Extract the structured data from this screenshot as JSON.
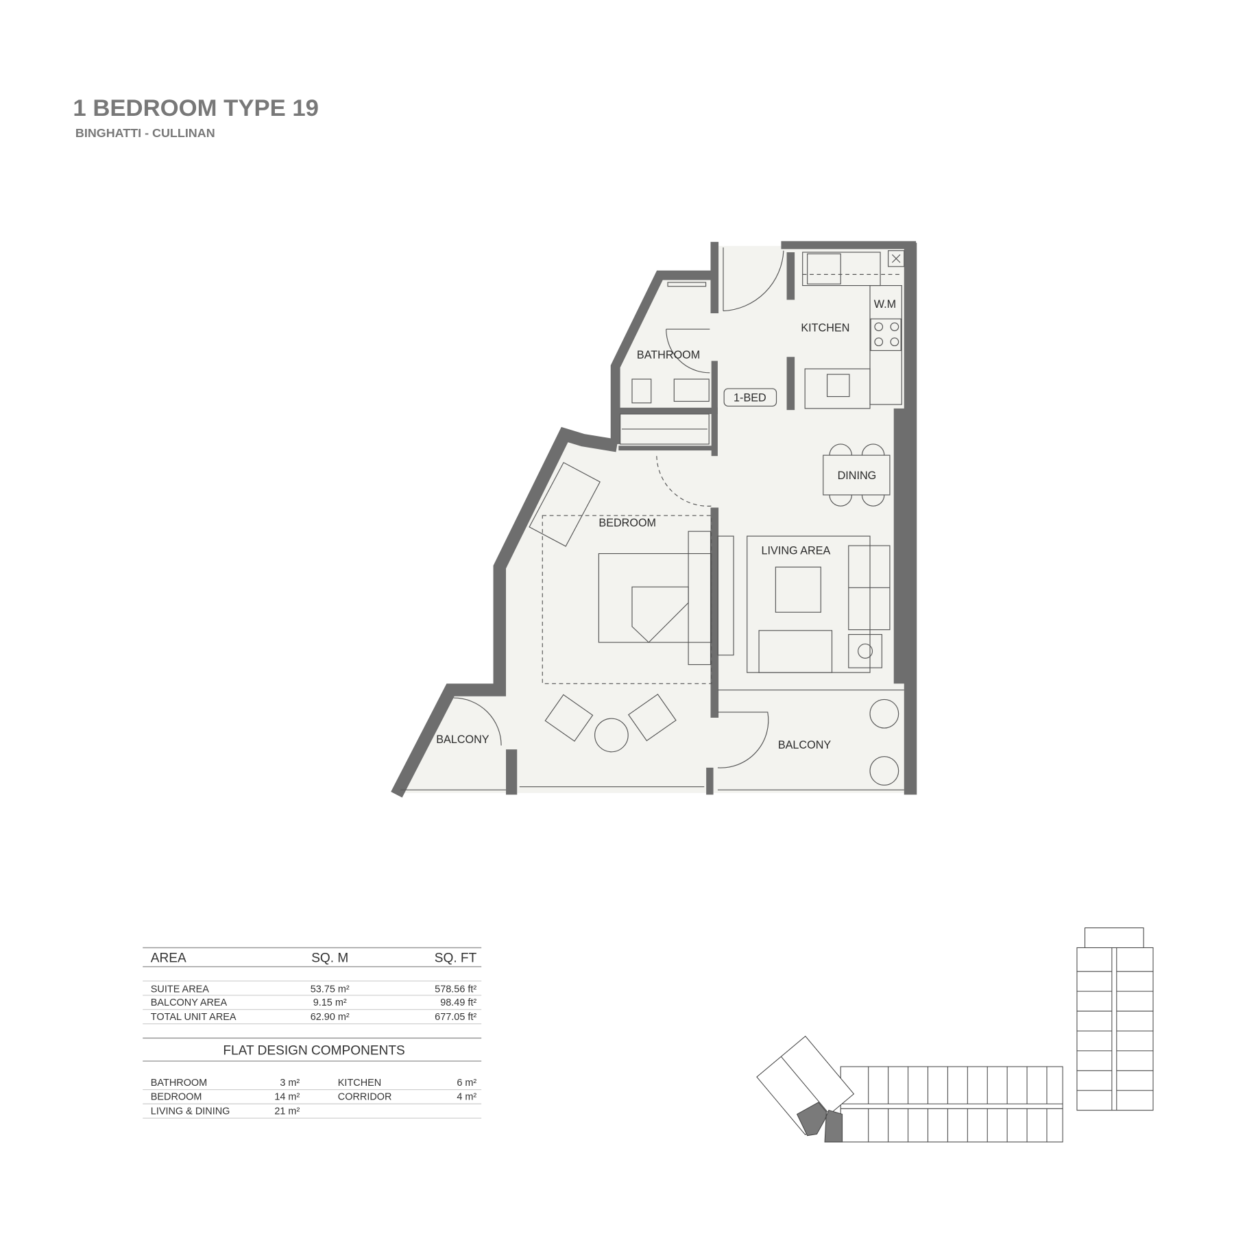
{
  "header": {
    "title": "1 BEDROOM TYPE 19",
    "subtitle": "BINGHATTI - CULLINAN"
  },
  "floor_plan": {
    "labels": {
      "kitchen": "KITCHEN",
      "wm": "W.M",
      "bathroom": "BATHROOM",
      "unit_tag": "1-BED",
      "dining": "DINING",
      "bedroom": "BEDROOM",
      "living": "LIVING AREA",
      "balcony_left": "BALCONY",
      "balcony_right": "BALCONY"
    },
    "colors": {
      "wall": "#6e6e6e",
      "floor": "#f3f3ef",
      "highlight": "#7a7a7a"
    }
  },
  "area_table": {
    "headers": [
      "AREA",
      "SQ. M",
      "SQ. FT"
    ],
    "rows": [
      {
        "label": "SUITE AREA",
        "sqm": "53.75 m²",
        "sqft": "578.56 ft²"
      },
      {
        "label": "BALCONY AREA",
        "sqm": "9.15 m²",
        "sqft": "98.49 ft²"
      },
      {
        "label": "TOTAL UNIT AREA",
        "sqm": "62.90 m²",
        "sqft": "677.05 ft²"
      }
    ]
  },
  "components": {
    "title": "FLAT DESIGN COMPONENTS",
    "items": [
      {
        "label": "BATHROOM",
        "value": "3 m²"
      },
      {
        "label": "KITCHEN",
        "value": "6 m²"
      },
      {
        "label": "BEDROOM",
        "value": "14 m²"
      },
      {
        "label": "CORRIDOR",
        "value": "4 m²"
      },
      {
        "label": "LIVING & DINING",
        "value": "21 m²"
      }
    ]
  }
}
